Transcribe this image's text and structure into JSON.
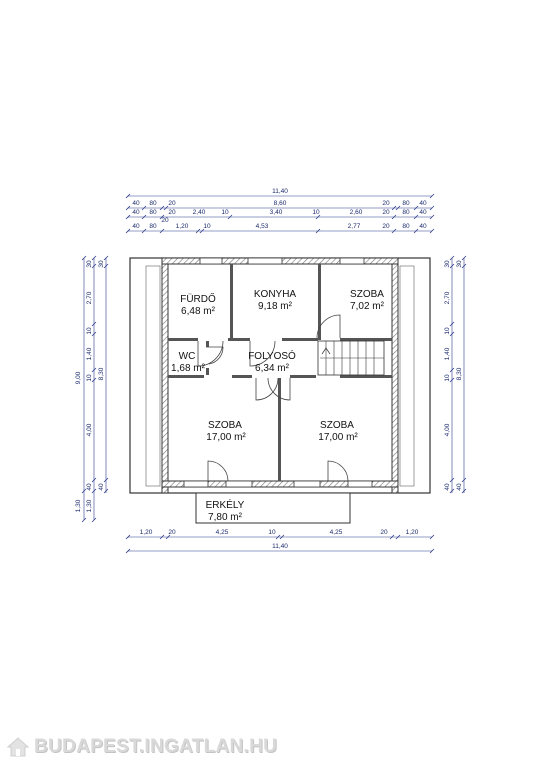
{
  "rooms": {
    "furdo": {
      "name": "FÜRDŐ",
      "area": "6,48 m²"
    },
    "konyha": {
      "name": "KONYHA",
      "area": "9,18 m²"
    },
    "szoba_small": {
      "name": "SZOBA",
      "area": "7,02 m²"
    },
    "wc": {
      "name": "WC",
      "area": "1,68 m²"
    },
    "folyoso": {
      "name": "FOLYOSÓ",
      "area": "6,34 m²"
    },
    "szoba_left": {
      "name": "SZOBA",
      "area": "17,00 m²"
    },
    "szoba_right": {
      "name": "SZOBA",
      "area": "17,00 m²"
    },
    "erkely": {
      "name": "ERKÉLY",
      "area": "7,80 m²"
    }
  },
  "dims": {
    "top_total": "11,40",
    "row2": [
      "40",
      "80",
      "20",
      "8,60",
      "20",
      "80",
      "40"
    ],
    "row2_sub": "20",
    "row3": [
      "40",
      "80",
      "20",
      "2,40",
      "10",
      "3,40",
      "10",
      "2,60",
      "20",
      "80",
      "40"
    ],
    "row4": [
      "40",
      "80",
      "1,20",
      "10",
      "4,53",
      "2,77",
      "20",
      "80",
      "40"
    ],
    "bottom_row": [
      "1,20",
      "20",
      "4,25",
      "10",
      "4,25",
      "20",
      "1,20"
    ],
    "bottom_total": "11,40",
    "left_outer": [
      "9,00",
      "1,30"
    ],
    "left_inner": [
      "30",
      "2,70",
      "10",
      "1,40",
      "10",
      "4,00",
      "40",
      "1,30"
    ],
    "left_mid": [
      "30",
      "8,30",
      "40"
    ],
    "right_inner": [
      "30",
      "2,70",
      "10",
      "1,40",
      "10",
      "4,00",
      "40"
    ],
    "right_mid": [
      "30",
      "8,30",
      "40"
    ]
  },
  "watermark": {
    "text": "BUDAPEST.INGATLAN.HU",
    "icon": "house-logo-icon",
    "color": "#d9d9d9"
  }
}
